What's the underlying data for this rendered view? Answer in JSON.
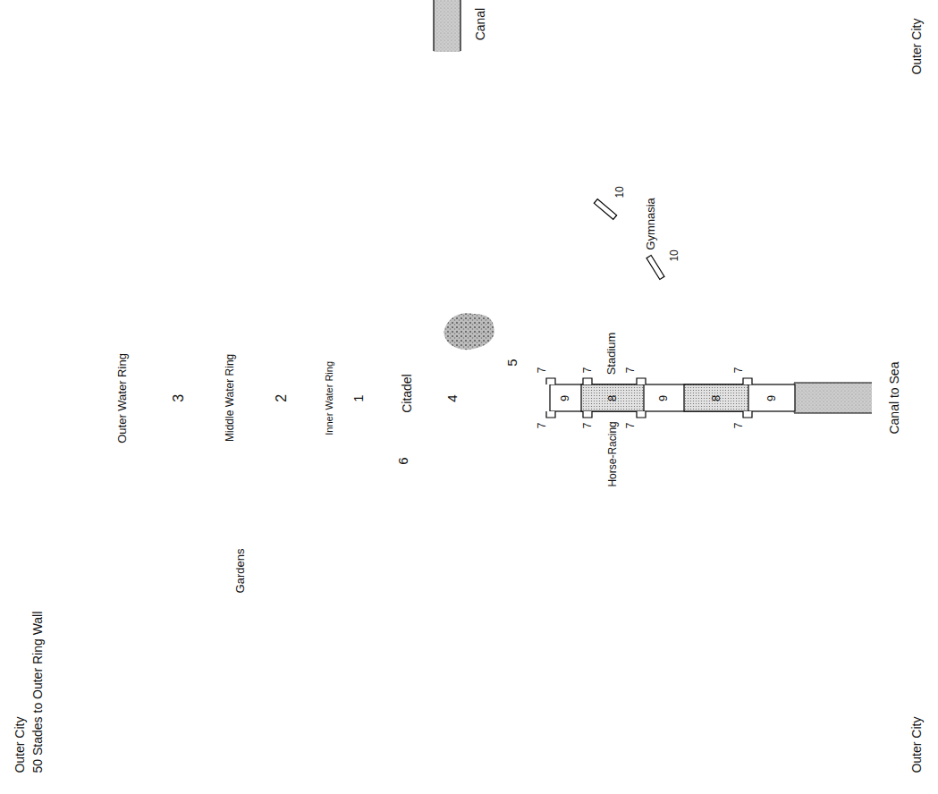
{
  "diagram": {
    "nodes": [
      {
        "text": [
          "Outer Water Ring"
        ]
      },
      {
        "text": [
          "3"
        ],
        "in": 0
      },
      {
        "text": [
          "Middle Water Ring"
        ],
        "in": 1
      },
      {
        "text": [
          "2"
        ],
        "in": 2
      },
      {
        "text": [
          "Inner Water Ring"
        ],
        "in": 3
      },
      {
        "text": [
          "Citadel",
          "1"
        ],
        "in": 4
      },
      {
        "text": [
          "4"
        ],
        "in": 5
      },
      {
        "text": [
          "5"
        ],
        "in": 5
      },
      {
        "text": [
          "6"
        ],
        "in": 5
      }
    ],
    "labels": [
      "Canal",
      "Outer City",
      "Outer City",
      "50 Stades to Outer Ring Wall",
      "Outer City",
      "Canal to Sea",
      "Gymnasia",
      "10",
      "10",
      "Stadium",
      "Horse-Racing",
      "Gardens",
      "9",
      "8",
      "9",
      "8",
      "9",
      "7",
      "7",
      "7",
      "7",
      "7",
      "7",
      "7",
      "7"
    ]
  }
}
